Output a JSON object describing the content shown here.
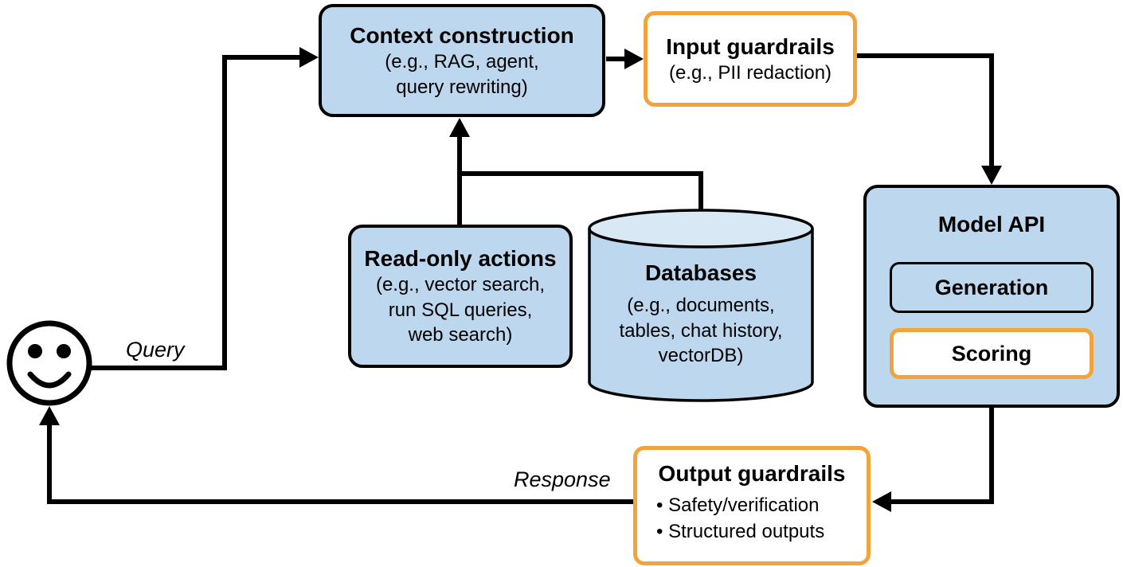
{
  "labels": {
    "query": "Query",
    "response": "Response"
  },
  "nodes": {
    "context_construction": {
      "title": "Context construction",
      "lines": [
        "(e.g., RAG, agent,",
        "query rewriting)"
      ]
    },
    "input_guardrails": {
      "title": "Input guardrails",
      "subtitle": "(e.g., PII redaction)"
    },
    "model_api": {
      "title": "Model API",
      "generation": "Generation",
      "scoring": "Scoring"
    },
    "read_only_actions": {
      "title": "Read-only actions",
      "lines": [
        "(e.g., vector search,",
        "run SQL queries,",
        "web search)"
      ]
    },
    "databases": {
      "title": "Databases",
      "lines": [
        "(e.g., documents,",
        "tables, chat history,",
        "vectorDB)"
      ]
    },
    "output_guardrails": {
      "title": "Output guardrails",
      "bullets": [
        "Safety/verification",
        "Structured outputs"
      ]
    }
  },
  "colors": {
    "node_fill": "#BDD7EE",
    "cylinder_top_fill": "#D9E8F5",
    "guardrail_border": "#F2A43C",
    "outline": "#000000"
  }
}
